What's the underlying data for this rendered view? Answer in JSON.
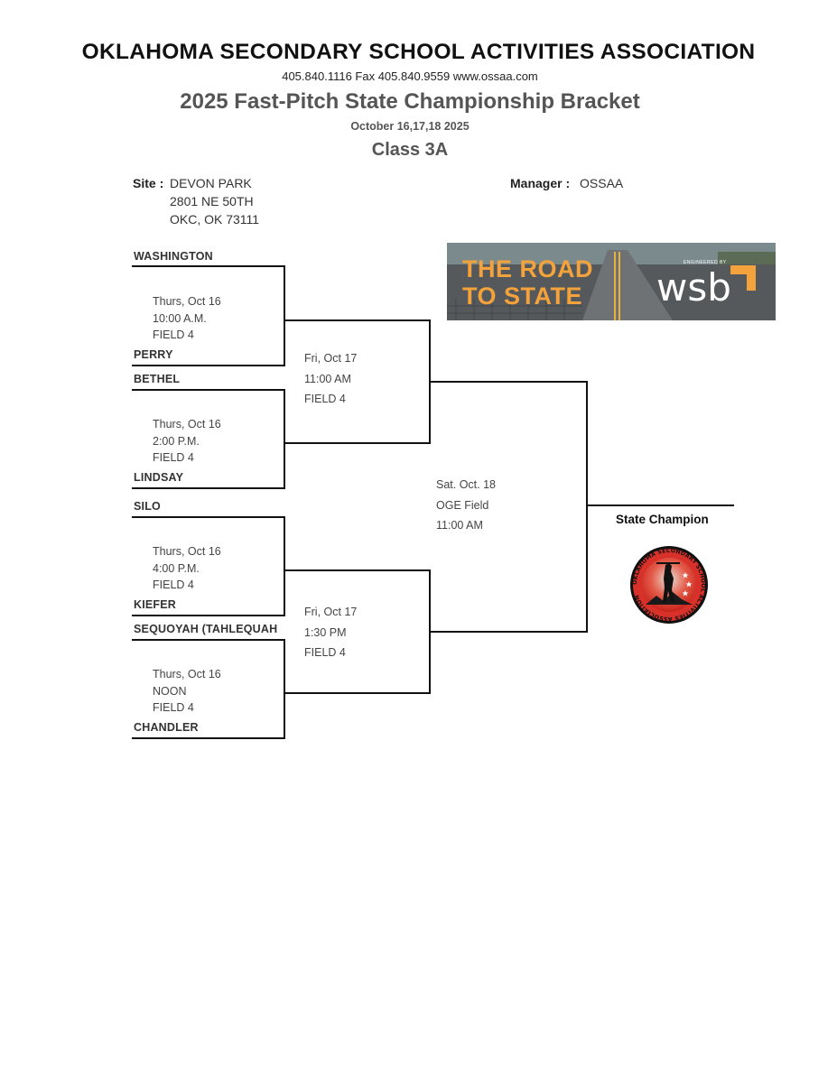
{
  "header": {
    "org": "OKLAHOMA SECONDARY SCHOOL ACTIVITIES ASSOCIATION",
    "contact": "405.840.1116    Fax 405.840.9559  www.ossaa.com",
    "title": "2025 Fast-Pitch State Championship Bracket",
    "dates": "October 16,17,18    2025",
    "class": "Class 3A"
  },
  "site": {
    "label": "Site :",
    "lines": [
      "DEVON  PARK",
      "2801 NE 50TH",
      "OKC, OK 73111"
    ]
  },
  "manager": {
    "label": "Manager :",
    "value": "OSSAA"
  },
  "banner": {
    "line1": "THE ROAD",
    "line2": "TO STATE",
    "engineered": "ENGINEERED BY",
    "brand": "wsb"
  },
  "teams": [
    "WASHINGTON",
    "PERRY",
    "BETHEL",
    "LINDSAY",
    "SILO",
    "KIEFER",
    "SEQUOYAH (TAHLEQUAH",
    "CHANDLER"
  ],
  "round1": [
    {
      "day": "Thurs, Oct 16",
      "time": "10:00 A.M.",
      "field": "FIELD 4"
    },
    {
      "day": "Thurs, Oct 16",
      "time": "2:00 P.M.",
      "field": "FIELD 4"
    },
    {
      "day": "Thurs, Oct 16",
      "time": "4:00 P.M.",
      "field": "FIELD 4"
    },
    {
      "day": "Thurs, Oct 16",
      "time": "NOON",
      "field": "FIELD 4"
    }
  ],
  "round2": [
    {
      "day": "Fri, Oct 17",
      "time": "11:00 AM",
      "field": "FIELD 4"
    },
    {
      "day": "Fri, Oct 17",
      "time": "1:30 PM",
      "field": "FIELD 4"
    }
  ],
  "final": {
    "day": "Sat. Oct. 18",
    "field": "OGE Field",
    "time": "11:00 AM"
  },
  "champion_label": "State Champion",
  "logo": {
    "ring_text": "OKLAHOMA SECONDARY SCHOOL ACTIVITIES ASSOCIATION"
  },
  "colors": {
    "banner_orange": "#f4a23b",
    "logo_red": "#d8312a"
  }
}
